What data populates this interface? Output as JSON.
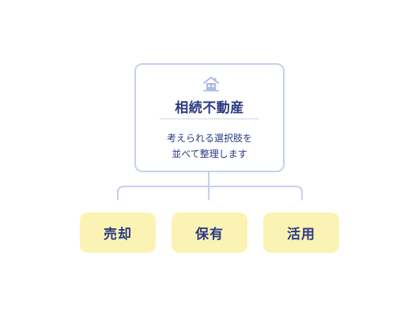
{
  "root": {
    "icon": "house-icon",
    "title": "相続不動産",
    "description_line1": "考えられる選択肢を",
    "description_line2": "並べて整理します"
  },
  "options": [
    {
      "label": "売却"
    },
    {
      "label": "保有"
    },
    {
      "label": "活用"
    }
  ],
  "colors": {
    "text": "#2c3a84",
    "border": "#c6d0ef",
    "leaf_fill": "#fbf3b3",
    "icon": "#aeb9e6"
  }
}
